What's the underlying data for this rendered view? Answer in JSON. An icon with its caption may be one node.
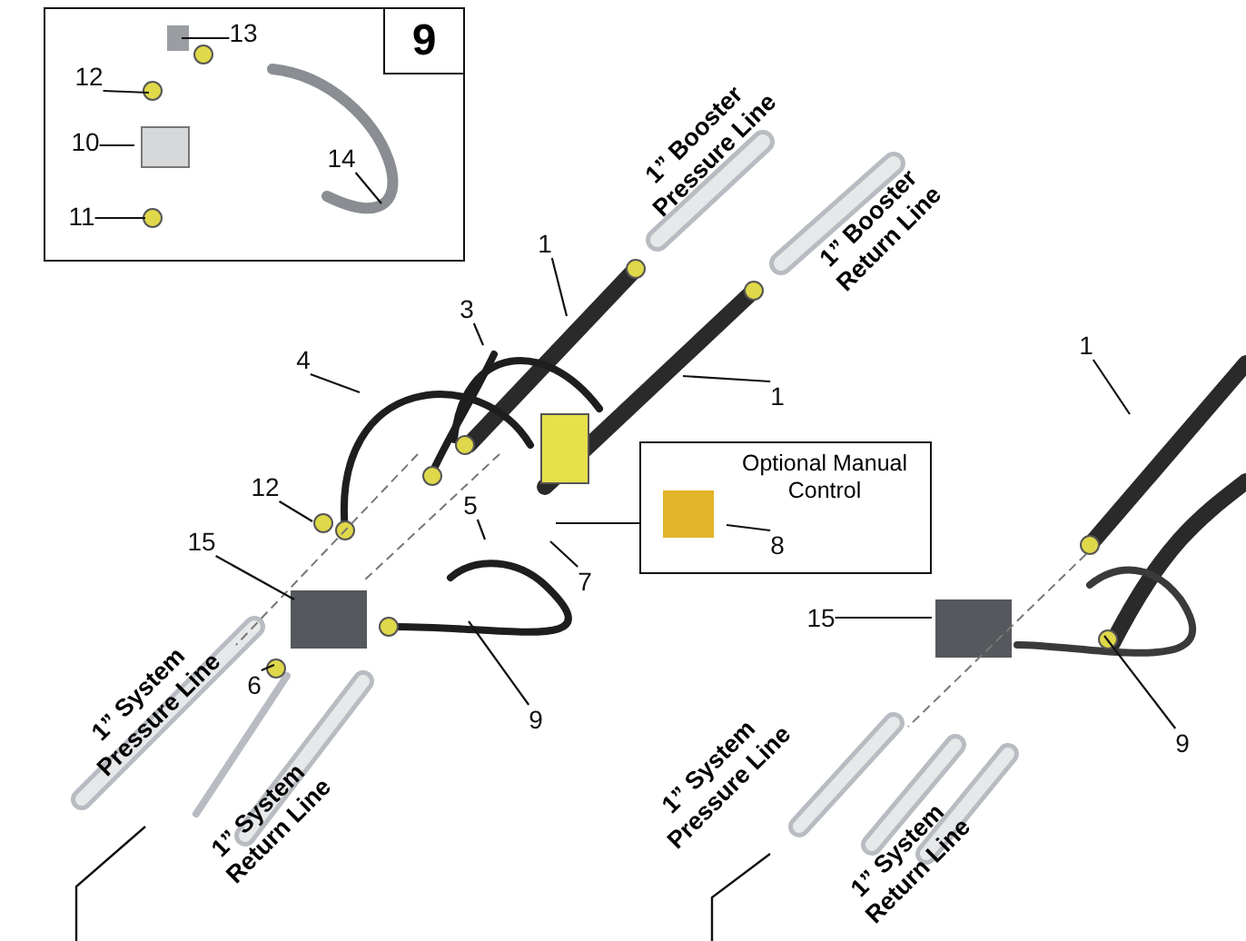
{
  "diagram": {
    "nodes": [
      {
        "text": [
          "9"
        ]
      },
      {
        "text": [
          "13"
        ],
        "in": 0
      },
      {
        "text": [
          "12"
        ],
        "in": 0
      },
      {
        "text": [
          "10"
        ],
        "in": 0
      },
      {
        "text": [
          "11"
        ],
        "in": 0
      },
      {
        "text": [
          "14"
        ],
        "in": 0
      },
      {
        "text": [
          "1"
        ]
      },
      {
        "text": [
          "3"
        ]
      },
      {
        "text": [
          "4"
        ]
      },
      {
        "text": [
          "1"
        ]
      },
      {
        "text": [
          "Optional Manual Control"
        ]
      },
      {
        "text": [
          "8"
        ],
        "in": 10
      },
      {
        "text": [
          "12"
        ]
      },
      {
        "text": [
          "5"
        ]
      },
      {
        "text": [
          "15"
        ]
      },
      {
        "text": [
          "7"
        ]
      },
      {
        "text": [
          "6"
        ]
      },
      {
        "text": [
          "9"
        ]
      },
      {
        "text": [
          "1"
        ]
      },
      {
        "text": [
          "15"
        ]
      },
      {
        "text": [
          "9"
        ]
      }
    ],
    "edges": [
      {
        "from": 1,
        "to": null,
        "arrow": "none"
      },
      {
        "from": 2,
        "to": null,
        "arrow": "none"
      },
      {
        "from": 3,
        "to": null,
        "arrow": "none"
      },
      {
        "from": 4,
        "to": null,
        "arrow": "none"
      },
      {
        "from": 5,
        "to": null,
        "arrow": "none"
      },
      {
        "from": 6,
        "to": null,
        "arrow": "none"
      },
      {
        "from": 7,
        "to": null,
        "arrow": "none"
      },
      {
        "from": 8,
        "to": null,
        "arrow": "none"
      },
      {
        "from": 9,
        "to": null,
        "arrow": "none"
      },
      {
        "from": 10,
        "to": null,
        "arrow": "none"
      },
      {
        "from": 11,
        "to": null,
        "arrow": "none"
      },
      {
        "from": 12,
        "to": null,
        "arrow": "none"
      },
      {
        "from": 13,
        "to": null,
        "arrow": "none"
      },
      {
        "from": 14,
        "to": null,
        "arrow": "none"
      },
      {
        "from": 15,
        "to": null,
        "arrow": "none"
      },
      {
        "from": 16,
        "to": null,
        "arrow": "none"
      },
      {
        "from": 17,
        "to": null,
        "arrow": "none"
      },
      {
        "from": 18,
        "to": null,
        "arrow": "none"
      },
      {
        "from": 19,
        "to": null,
        "arrow": "none"
      },
      {
        "from": 20,
        "to": null,
        "arrow": "none"
      }
    ],
    "labels": [
      "1” Booster Pressure Line",
      "1” Booster Return Line",
      "1” System Pressure Line",
      "1” System Return Line",
      "1” System Pressure Line",
      "1” System Return Line"
    ]
  }
}
